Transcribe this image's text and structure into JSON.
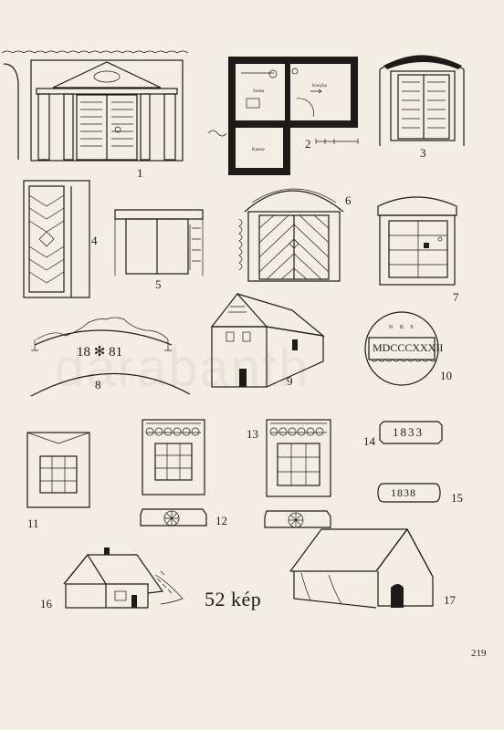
{
  "watermark": "darabanth",
  "figures": [
    {
      "id": "fig1",
      "label": "1"
    },
    {
      "id": "fig2",
      "label": "2",
      "plan_labels": [
        "Szoba",
        "Konyha",
        "Kamra"
      ]
    },
    {
      "id": "fig3",
      "label": "3"
    },
    {
      "id": "fig4",
      "label": "4"
    },
    {
      "id": "fig5",
      "label": "5"
    },
    {
      "id": "fig6",
      "label": "6"
    },
    {
      "id": "fig7",
      "label": "7"
    },
    {
      "id": "fig8",
      "label": "8",
      "inscription": "18 ✻ 81"
    },
    {
      "id": "fig9",
      "label": "9"
    },
    {
      "id": "fig10",
      "label": "10",
      "letters": "N B S",
      "inscription": "MDCCCXXXII"
    },
    {
      "id": "fig11",
      "label": "11"
    },
    {
      "id": "fig12",
      "label": "12"
    },
    {
      "id": "fig13",
      "label": "13"
    },
    {
      "id": "fig14",
      "label": "14",
      "inscription": "1833"
    },
    {
      "id": "fig15",
      "label": "15",
      "inscription": "1838"
    },
    {
      "id": "fig16",
      "label": "16"
    },
    {
      "id": "fig17",
      "label": "17"
    }
  ],
  "caption": "52 kép",
  "page_number": "219"
}
